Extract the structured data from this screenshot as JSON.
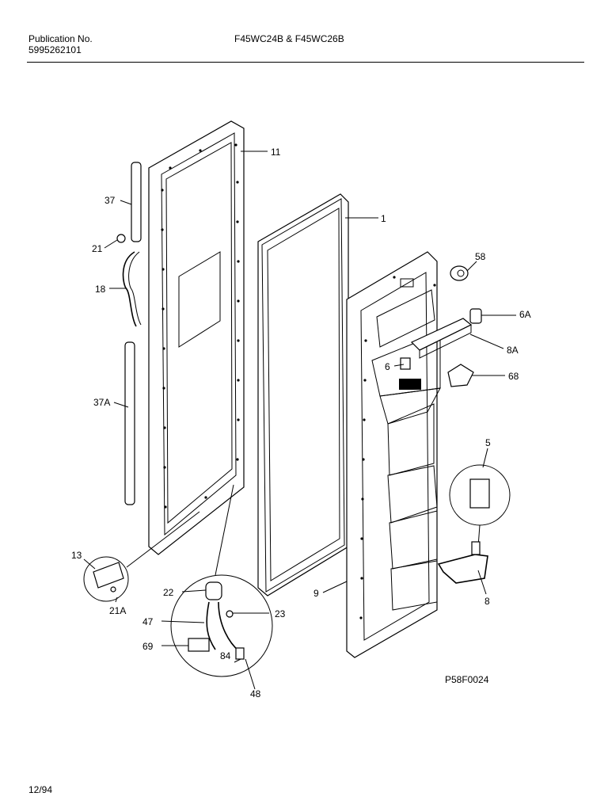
{
  "header": {
    "publication_label": "Publication No.",
    "publication_number": "5995262101",
    "model": "F45WC24B & F45WC26B"
  },
  "diagram_code": "P58F0024",
  "footer": {
    "date": "12/94"
  },
  "callouts": {
    "c11": "11",
    "c1": "1",
    "c37": "37",
    "c21": "21",
    "c18": "18",
    "c37A": "37A",
    "c58": "58",
    "c6A": "6A",
    "c8A": "8A",
    "c6": "6",
    "c68": "68",
    "c5": "5",
    "c8": "8",
    "c9": "9",
    "c13": "13",
    "c21A": "21A",
    "c22": "22",
    "c47": "47",
    "c23": "23",
    "c69": "69",
    "c84": "84",
    "c48": "48"
  }
}
